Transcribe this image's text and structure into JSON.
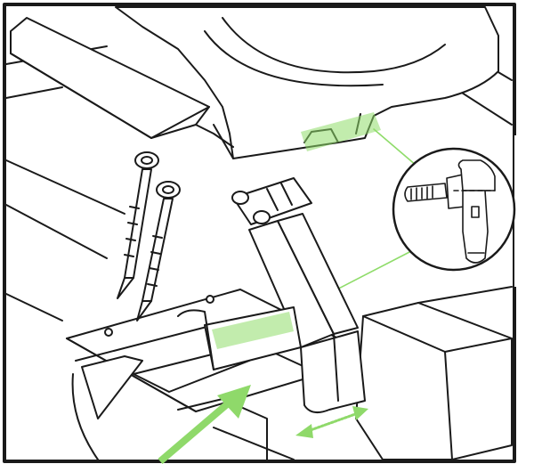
{
  "diagram": {
    "kind": "installation-illustration",
    "components": [
      "roof-tile",
      "batten",
      "screw",
      "roof-hook",
      "mounting-rail",
      "angle-grinder-detail"
    ],
    "screw_count": 2,
    "callout": "angle-grinder-detail",
    "adjustment": "horizontal-adjustment-arrow",
    "insert": "insert-direction-arrow",
    "colors": {
      "line": "#1a1a1a",
      "highlight": "#8fdc6a",
      "arrow": "#8fd96a",
      "background": "#ffffff"
    }
  }
}
